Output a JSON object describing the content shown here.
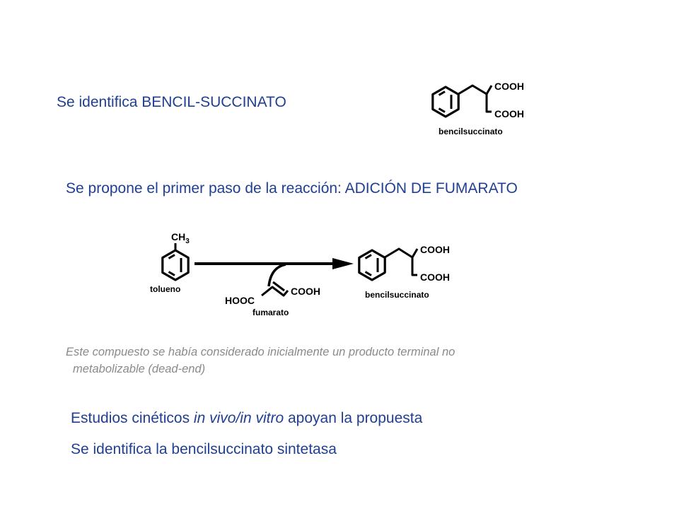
{
  "lines": {
    "bencil_title": "Se identifica BENCIL-SUCCINATO",
    "propone": "Se propone el primer paso de la reacción: ADICIÓN DE FUMARATO",
    "note_line1": "Este compuesto se había considerado inicialmente un producto terminal no",
    "note_line2": "metabolizable (dead-end)",
    "estudios_pre": "Estudios cinéticos ",
    "estudios_italic": "in vivo/in vitro",
    "estudios_post": " apoyan la propuesta",
    "sintetasa": "Se identifica la bencilsuccinato sintetasa"
  },
  "structures": {
    "top": {
      "cooh_upper": "COOH",
      "cooh_lower": "COOH",
      "name": "bencilsuccinato"
    },
    "toluene": {
      "methyl": "CH",
      "methyl_sub": "3",
      "name": "tolueno"
    },
    "fumarate": {
      "left": "HOOC",
      "right": "COOH",
      "name": "fumarato"
    },
    "product": {
      "cooh_upper": "COOH",
      "cooh_lower": "COOH",
      "name": "bencilsuccinato"
    }
  },
  "colors": {
    "text_blue": "#1f3f93",
    "note_gray": "#8a8a8a"
  }
}
